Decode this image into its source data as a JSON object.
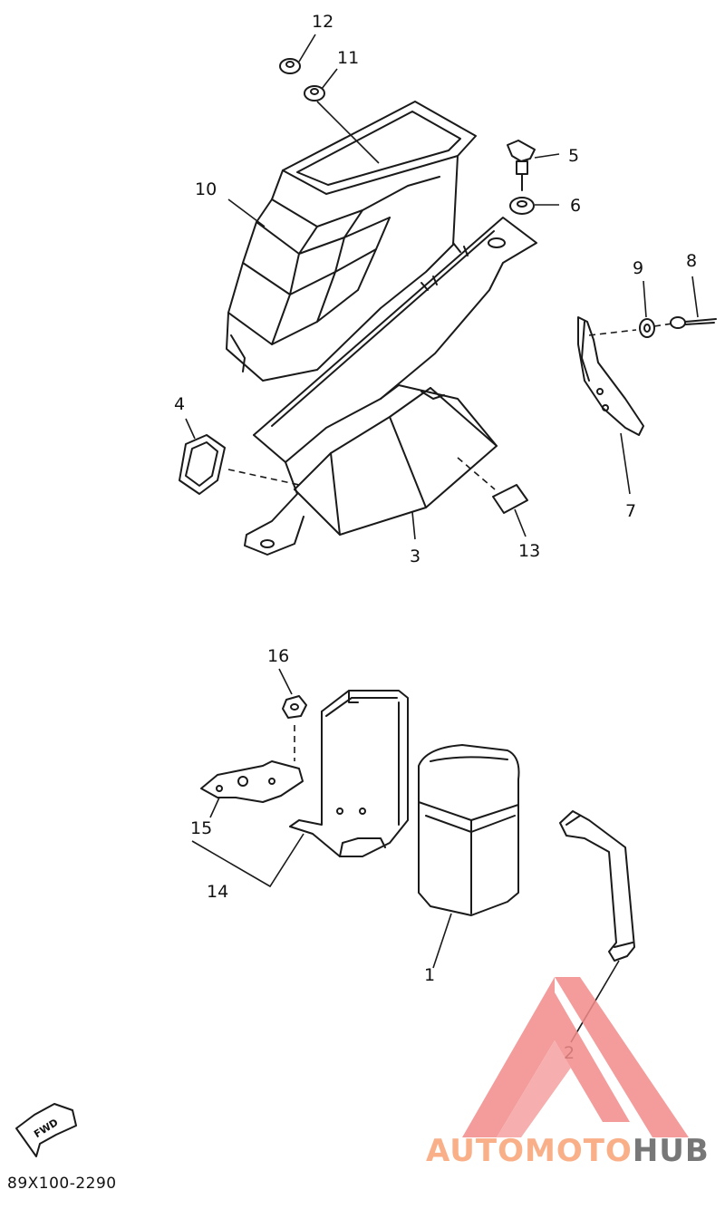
{
  "diagram": {
    "callouts": [
      "12",
      "11",
      "10",
      "5",
      "6",
      "9",
      "8",
      "4",
      "7",
      "3",
      "13",
      "16",
      "15",
      "14",
      "1",
      "2"
    ],
    "fwd_label": "FWD",
    "part_code": "89X100-2290"
  },
  "watermark": {
    "brand_auto": "AUTO",
    "brand_moto": "MOTO",
    "brand_hub": "HUB",
    "colors": {
      "triangle": "#f38a8a",
      "auto_moto": "#f9b089",
      "hub": "#777777"
    }
  }
}
